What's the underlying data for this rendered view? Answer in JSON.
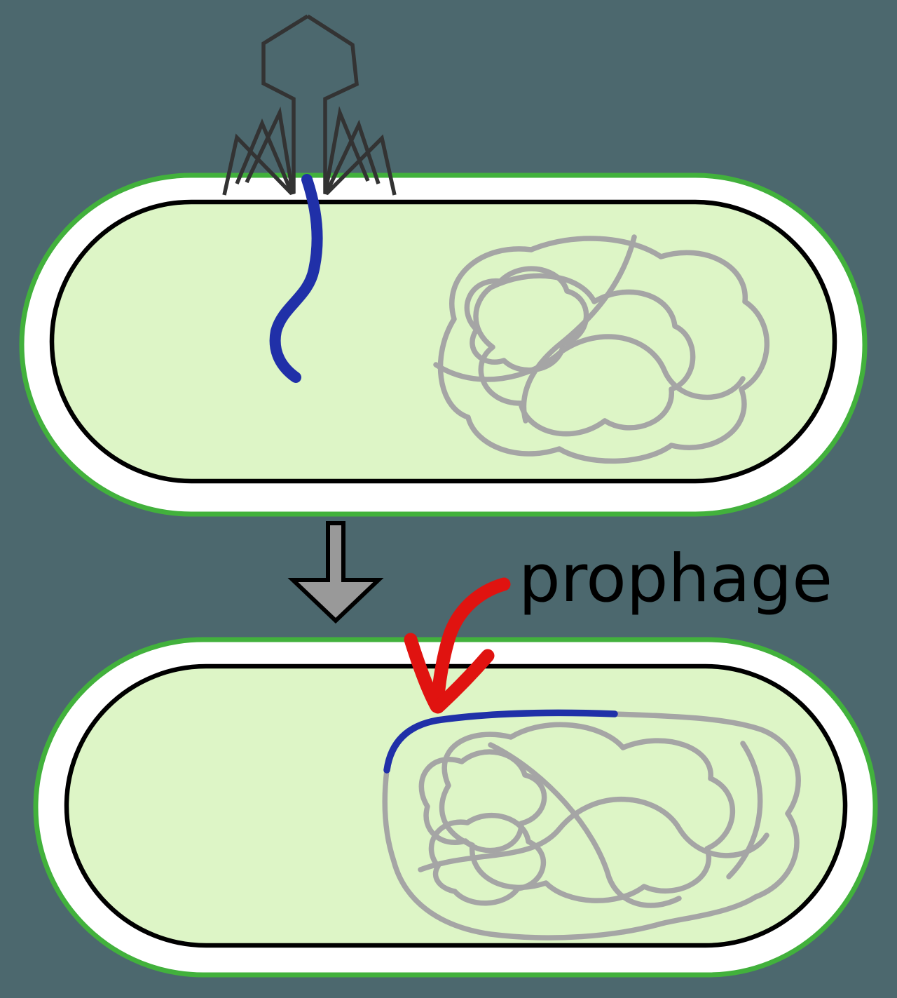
{
  "labels": {
    "prophage": "prophage"
  },
  "colors": {
    "background": "#4c686e",
    "cell_wall_green": "#42b13c",
    "periplasm_white": "#ffffff",
    "membrane_black": "#000000",
    "cytoplasm_green": "#ddf5c6",
    "chromosome_gray": "#a5a5a5",
    "phage_dna_blue": "#2030a8",
    "phage_outline": "#333333",
    "process_arrow_gray": "#999999",
    "process_arrow_outline": "#000000",
    "prophage_arrow_red": "#e01310",
    "label_text": "#000000"
  },
  "elements": {
    "phage": "bacteriophage-icon",
    "cell1": "bacterium-before-integration",
    "cell2": "bacterium-with-prophage",
    "down_arrow": "process-step-arrow",
    "red_arrow": "prophage-pointer-arrow"
  }
}
